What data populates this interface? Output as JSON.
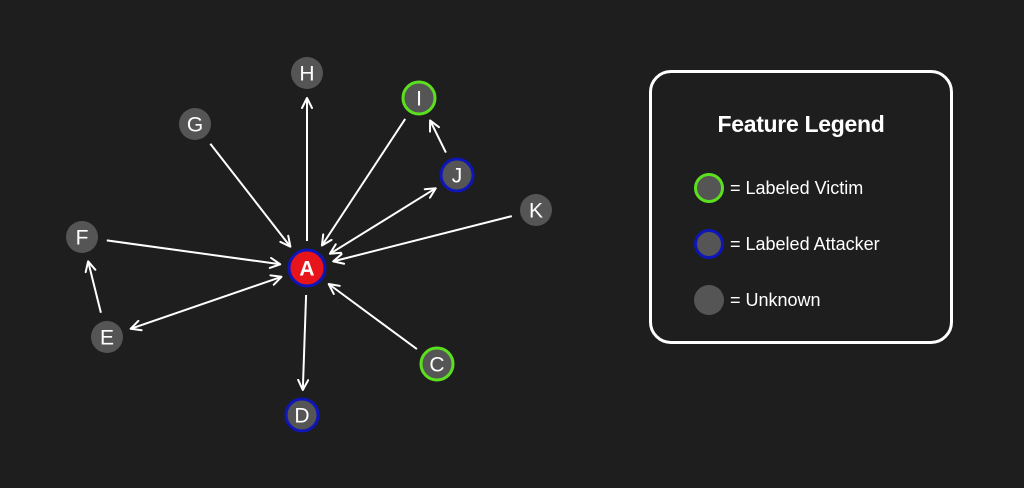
{
  "colors": {
    "background": "#1e1e1e",
    "node_fill": "#555555",
    "victim_border": "#5be01f",
    "attacker_border": "#0f16b8",
    "center_fill": "#e8141b",
    "center_border": "#0f16b8",
    "edge": "#ffffff"
  },
  "graph": {
    "nodes": [
      {
        "id": "A",
        "label": "A",
        "role": "center"
      },
      {
        "id": "H",
        "label": "H",
        "role": "unknown"
      },
      {
        "id": "I",
        "label": "I",
        "role": "victim"
      },
      {
        "id": "G",
        "label": "G",
        "role": "unknown"
      },
      {
        "id": "J",
        "label": "J",
        "role": "attacker"
      },
      {
        "id": "K",
        "label": "K",
        "role": "unknown"
      },
      {
        "id": "F",
        "label": "F",
        "role": "unknown"
      },
      {
        "id": "E",
        "label": "E",
        "role": "unknown"
      },
      {
        "id": "C",
        "label": "C",
        "role": "victim"
      },
      {
        "id": "D",
        "label": "D",
        "role": "attacker"
      }
    ],
    "edges": [
      {
        "from": "A",
        "to": "H",
        "bidirectional": false
      },
      {
        "from": "I",
        "to": "A",
        "bidirectional": false
      },
      {
        "from": "G",
        "to": "A",
        "bidirectional": false
      },
      {
        "from": "J",
        "to": "I",
        "bidirectional": false
      },
      {
        "from": "A",
        "to": "J",
        "bidirectional": true
      },
      {
        "from": "K",
        "to": "A",
        "bidirectional": false
      },
      {
        "from": "F",
        "to": "A",
        "bidirectional": false
      },
      {
        "from": "E",
        "to": "F",
        "bidirectional": false
      },
      {
        "from": "A",
        "to": "E",
        "bidirectional": true
      },
      {
        "from": "C",
        "to": "A",
        "bidirectional": false
      },
      {
        "from": "A",
        "to": "D",
        "bidirectional": false
      }
    ]
  },
  "legend": {
    "title": "Feature Legend",
    "items": [
      {
        "role": "victim",
        "label": "= Labeled Victim"
      },
      {
        "role": "attacker",
        "label": "= Labeled Attacker"
      },
      {
        "role": "unknown",
        "label": "= Unknown"
      }
    ]
  }
}
